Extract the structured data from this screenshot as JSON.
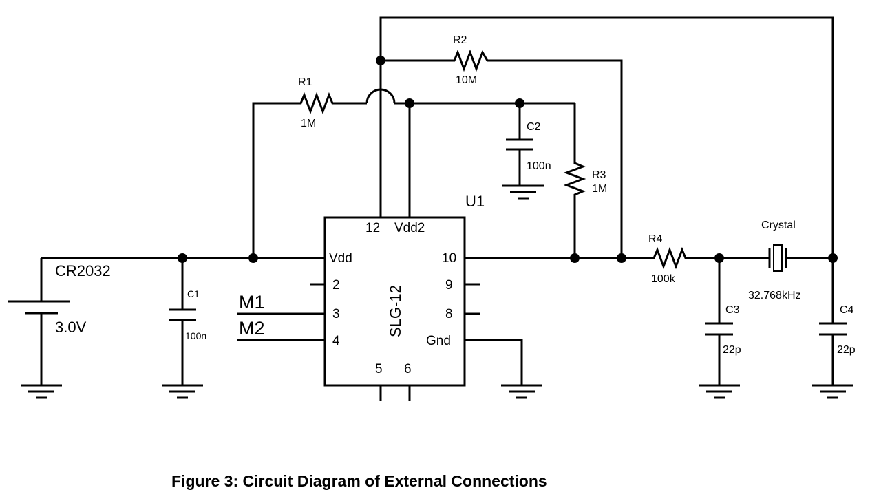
{
  "caption": "Figure 3: Circuit Diagram of External Connections",
  "battery": {
    "name": "CR2032",
    "value": "3.0V"
  },
  "ic": {
    "ref": "U1",
    "part": "SLG-12",
    "pins": {
      "vdd": "Vdd",
      "p2": "2",
      "p3": "3",
      "p4": "4",
      "p5": "5",
      "p6": "6",
      "p8": "8",
      "p9": "9",
      "p10": "10",
      "p12": "12",
      "vdd2": "Vdd2",
      "gnd": "Gnd"
    }
  },
  "inputs": {
    "m1": "M1",
    "m2": "M2"
  },
  "components": {
    "r1": {
      "ref": "R1",
      "value": "1M"
    },
    "r2": {
      "ref": "R2",
      "value": "10M"
    },
    "r3": {
      "ref": "R3",
      "value": "1M"
    },
    "r4": {
      "ref": "R4",
      "value": "100k"
    },
    "c1": {
      "ref": "C1",
      "value": "100n"
    },
    "c2": {
      "ref": "C2",
      "value": "100n"
    },
    "c3": {
      "ref": "C3",
      "value": "22p"
    },
    "c4": {
      "ref": "C4",
      "value": "22p"
    },
    "crystal": {
      "ref": "Crystal",
      "value": "32.768kHz"
    }
  }
}
